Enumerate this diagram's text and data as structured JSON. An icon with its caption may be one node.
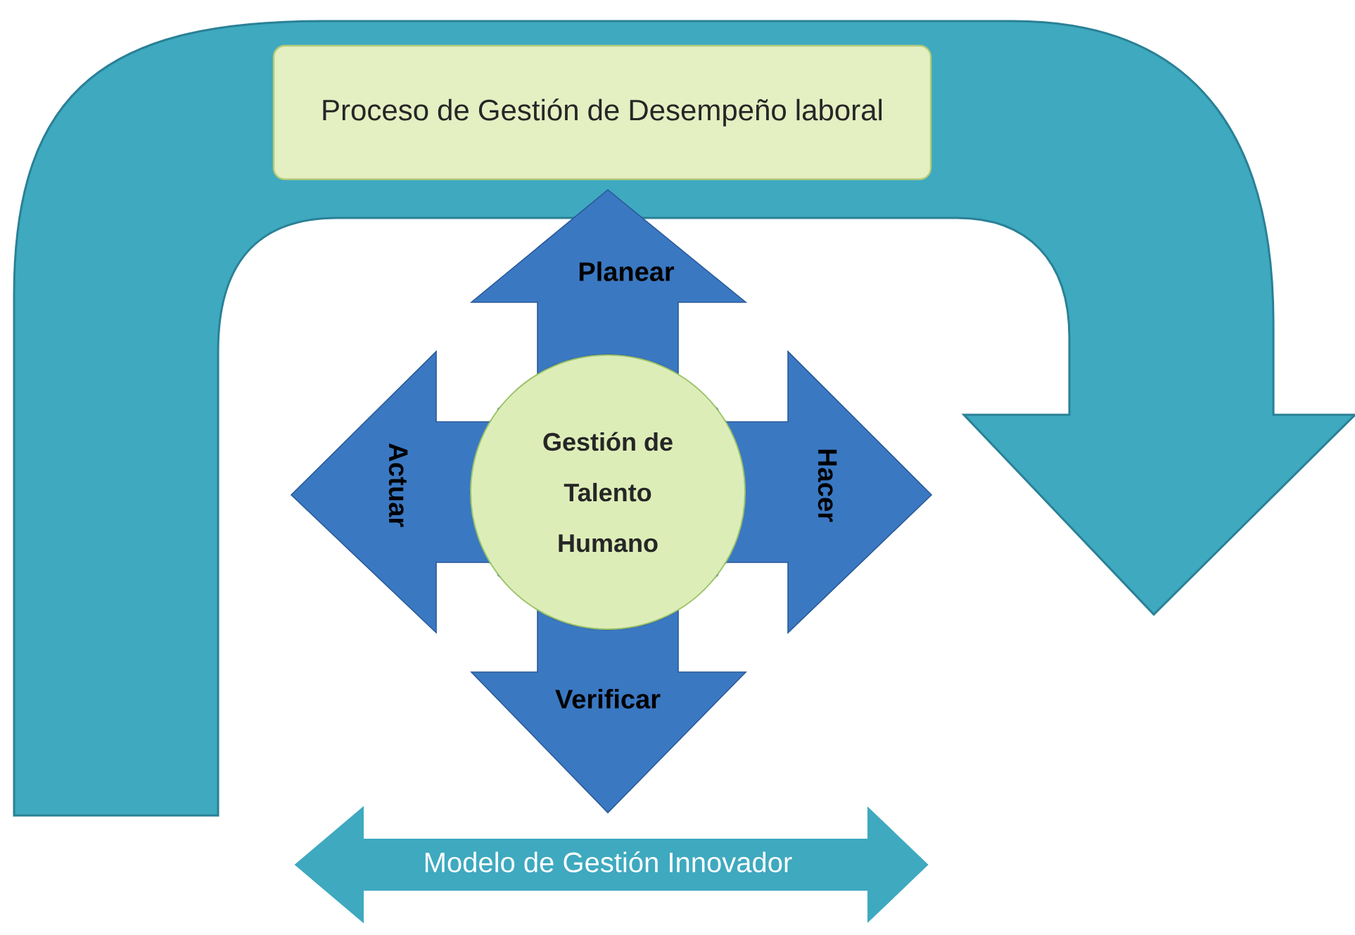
{
  "diagram": {
    "nodes": [
      {
        "text": [
          "Proceso de Gestión de Desempeño laboral"
        ]
      },
      {
        "text": [
          "Planear"
        ]
      },
      {
        "text": [
          "Actuar"
        ]
      },
      {
        "text": [
          "Gestión de Talento Humano"
        ]
      },
      {
        "text": [
          "Hacer"
        ]
      },
      {
        "text": [
          "Verificar"
        ]
      },
      {
        "text": [
          "Modelo de Gestión Innovador"
        ]
      }
    ]
  }
}
